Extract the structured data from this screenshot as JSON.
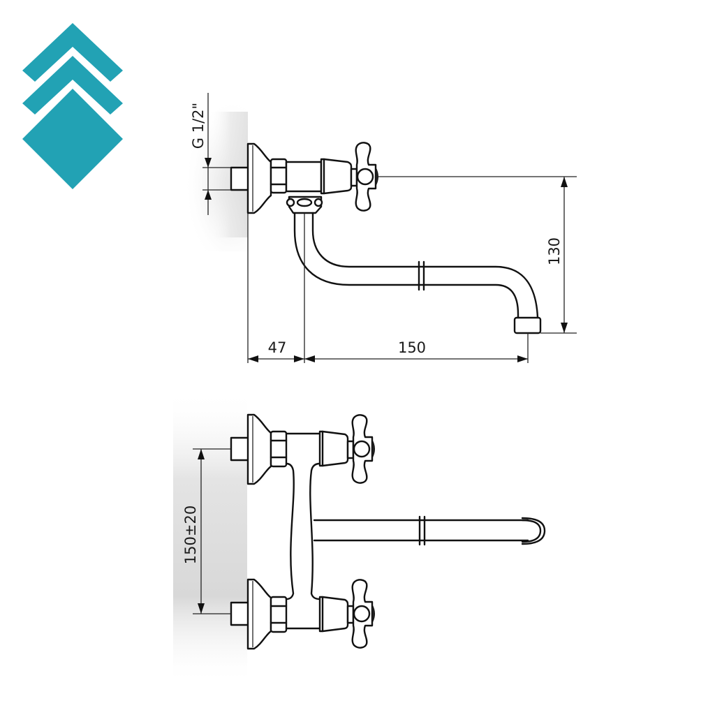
{
  "logo": {
    "name": "brand-logo",
    "shape": "stacked-chevrons-diamond",
    "color": "#22A2B4"
  },
  "colors": {
    "line": "#111111",
    "wall_shade": "#d9d9d9",
    "background": "#ffffff"
  },
  "side_view": {
    "title": "side-elevation",
    "dimensions": {
      "thread": "G 1/2\"",
      "height": "130",
      "wall_offset": "47",
      "spout_reach": "150"
    }
  },
  "top_view": {
    "title": "top-plan",
    "dimensions": {
      "inlet_spacing": "150±20"
    }
  }
}
